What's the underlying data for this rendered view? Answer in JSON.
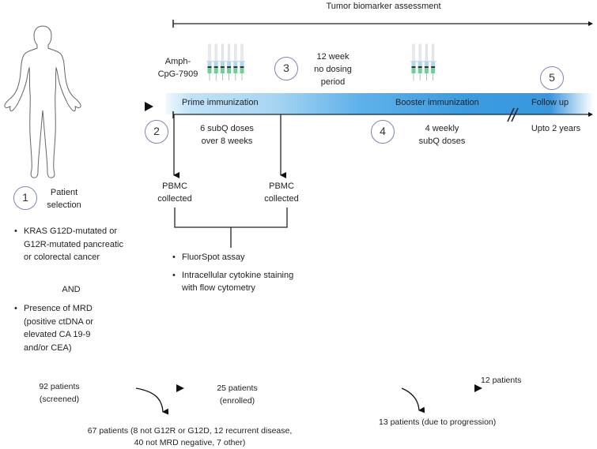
{
  "top_timeline": {
    "label": "Tumor biomarker assessment"
  },
  "drug": {
    "label_line1": "Amph-",
    "label_line2": "CpG-7909",
    "prime_syringe_count": 6,
    "booster_syringe_count": 4
  },
  "phases": {
    "prime": "Prime immunization",
    "booster": "Booster immunization",
    "follow_up": "Follow up"
  },
  "steps": [
    {
      "number": "1",
      "line1": "Patient",
      "line2": "selection"
    },
    {
      "number": "2",
      "line1": "6 subQ doses",
      "line2": "over 8 weeks"
    },
    {
      "number": "3",
      "line1": "12 week",
      "line2": "no dosing",
      "line3": "period"
    },
    {
      "number": "4",
      "line1": "4 weekly",
      "line2": "subQ doses"
    },
    {
      "number": "5",
      "line1": "Upto 2 years"
    }
  ],
  "pbmc": [
    {
      "line1": "PBMC",
      "line2": "collected"
    },
    {
      "line1": "PBMC",
      "line2": "collected"
    }
  ],
  "assays": [
    "FluorSpot assay",
    "Intracellular cytokine staining with flow cytometry"
  ],
  "criteria": {
    "item1": "KRAS G12D-mutated or G12R-mutated pancreatic or colorectal cancer",
    "connector": "AND",
    "item2": "Presence of MRD (positive ctDNA or elevated CA 19-9 and/or CEA)"
  },
  "flow": {
    "screened_line1": "92 patients",
    "screened_line2": "(screened)",
    "enrolled_line1": "25 patients",
    "enrolled_line2": "(enrolled)",
    "completed": "12 patients",
    "excluded_line1": "67 patients (8 not G12R or G12D, 12 recurrent disease,",
    "excluded_line2": "40 not MRD negative, 7 other)",
    "progressed": "13 patients (due to progression)"
  },
  "colors": {
    "circle_border": "#7d86b5",
    "bar_blue": "#3b9be0",
    "bar_light": "#bfe2f7",
    "syringe_green": "#6fcf97",
    "syringe_blue": "#a9d8f0"
  }
}
